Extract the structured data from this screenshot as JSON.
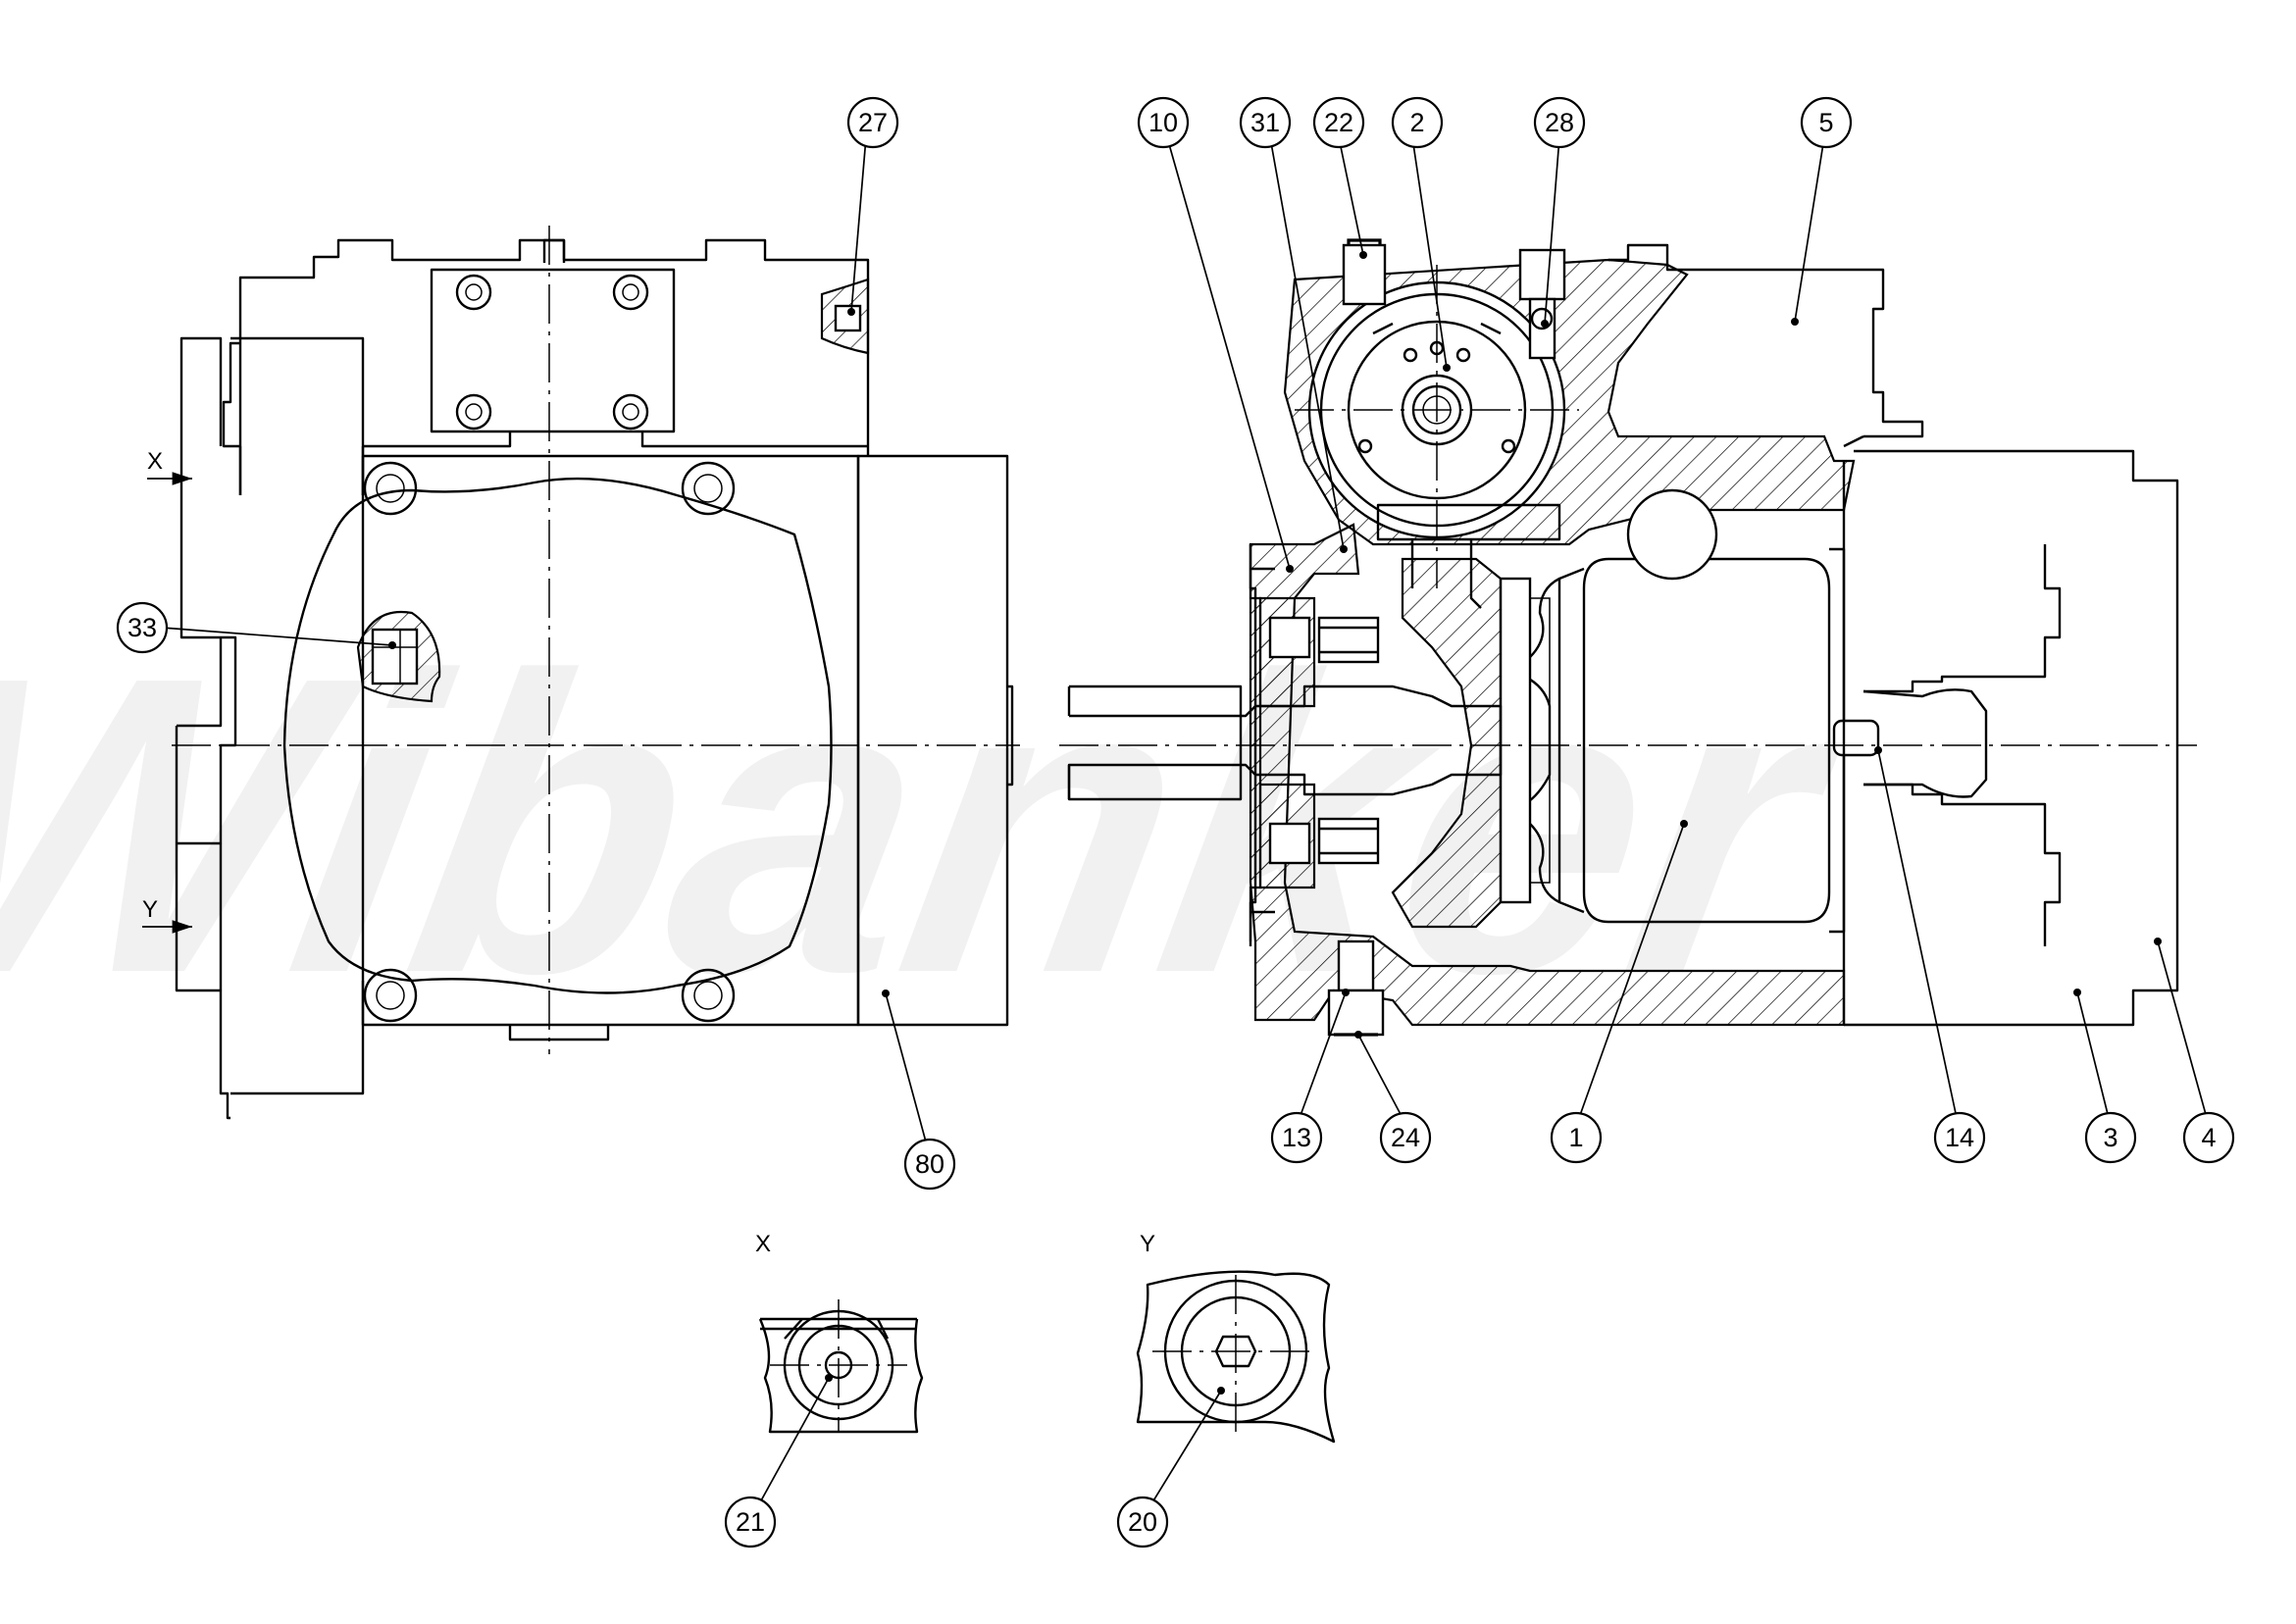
{
  "watermark": "Wibanker",
  "view_labels": {
    "x": "X",
    "y": "Y"
  },
  "callouts": [
    {
      "id": "c27",
      "label": "27"
    },
    {
      "id": "c10",
      "label": "10"
    },
    {
      "id": "c31",
      "label": "31"
    },
    {
      "id": "c22",
      "label": "22"
    },
    {
      "id": "c2",
      "label": "2"
    },
    {
      "id": "c28",
      "label": "28"
    },
    {
      "id": "c5",
      "label": "5"
    },
    {
      "id": "c33",
      "label": "33"
    },
    {
      "id": "c80",
      "label": "80"
    },
    {
      "id": "c13",
      "label": "13"
    },
    {
      "id": "c24",
      "label": "24"
    },
    {
      "id": "c1",
      "label": "1"
    },
    {
      "id": "c14",
      "label": "14"
    },
    {
      "id": "c3",
      "label": "3"
    },
    {
      "id": "c4",
      "label": "4"
    },
    {
      "id": "c21",
      "label": "21"
    },
    {
      "id": "c20",
      "label": "20"
    }
  ]
}
